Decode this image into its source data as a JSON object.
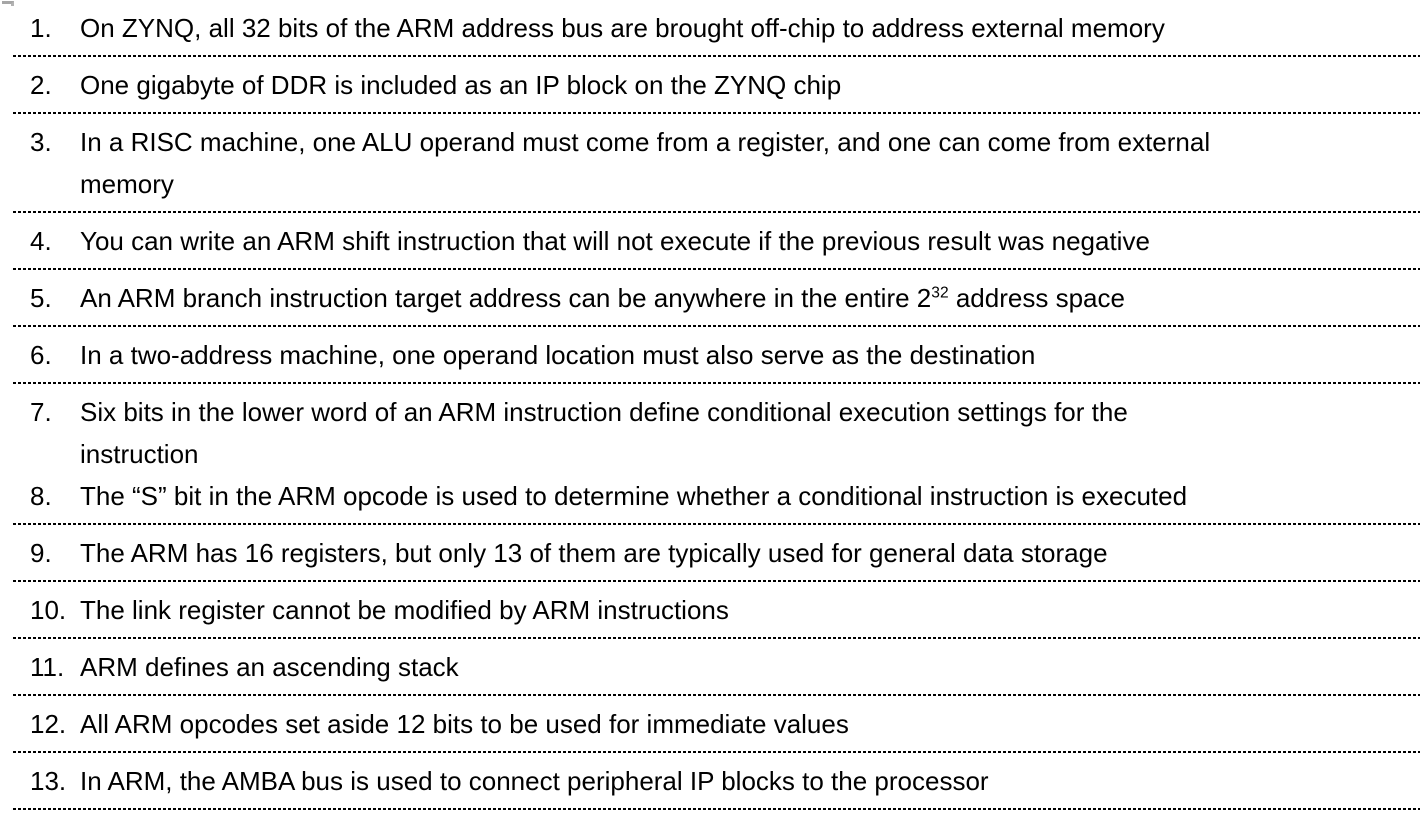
{
  "page": {
    "background_color": "#ffffff",
    "divider_color": "#000000",
    "fragment_color": "#a6a6a6"
  },
  "statements": {
    "rows": [
      {
        "items": [
          {
            "num": "1.",
            "text": "On ZYNQ, all 32 bits of the ARM address bus are brought off-chip to address external memory"
          }
        ]
      },
      {
        "items": [
          {
            "num": "2.",
            "text": "One gigabyte of DDR is included as an IP block on the ZYNQ chip"
          }
        ]
      },
      {
        "items": [
          {
            "num": "3.",
            "text": "In a RISC machine, one ALU operand must come from a register, and one can come from external\nmemory"
          }
        ]
      },
      {
        "items": [
          {
            "num": "4.",
            "text": "You can write an ARM shift instruction that will not execute if the previous result was negative"
          }
        ]
      },
      {
        "items": [
          {
            "num": "5.",
            "parts": [
              {
                "t": "An ARM branch instruction target address can be anywhere in the entire 2"
              },
              {
                "t": "32",
                "sup": true
              },
              {
                "t": " address space"
              }
            ]
          }
        ]
      },
      {
        "items": [
          {
            "num": "6.",
            "text": "In a two-address machine, one operand location must also serve as the destination"
          }
        ]
      },
      {
        "items": [
          {
            "num": "7.",
            "text": "Six bits in the lower word of an ARM instruction define conditional execution settings for the\ninstruction"
          },
          {
            "num": "8.",
            "text": "The “S” bit in the ARM opcode is used to determine whether a conditional instruction is executed"
          }
        ]
      },
      {
        "items": [
          {
            "num": "9.",
            "text": "The ARM has 16 registers, but only 13 of them are typically used for general data storage"
          }
        ]
      },
      {
        "items": [
          {
            "num": "10.",
            "text": "The link register cannot be modified by ARM instructions"
          }
        ]
      },
      {
        "items": [
          {
            "num": "11.",
            "text": "ARM defines an ascending stack"
          }
        ]
      },
      {
        "items": [
          {
            "num": "12.",
            "text": "All ARM opcodes set aside 12 bits to be used for immediate values"
          }
        ]
      },
      {
        "items": [
          {
            "num": "13.",
            "text": "In ARM, the AMBA bus is used to connect peripheral IP blocks to the processor"
          }
        ]
      }
    ]
  }
}
